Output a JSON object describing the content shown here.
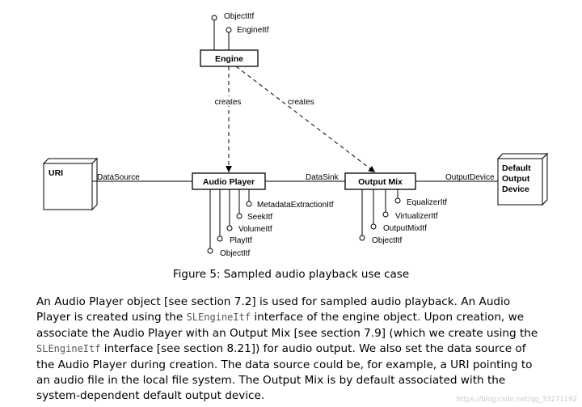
{
  "diagram": {
    "boxes": {
      "engine": "Engine",
      "audio_player": "Audio Player",
      "output_mix": "Output Mix",
      "uri": "URI",
      "default_output": [
        "Default",
        "Output",
        "Device"
      ]
    },
    "edges": {
      "creates_left": "creates",
      "creates_right": "creates",
      "data_source": "DataSource",
      "data_sink": "DataSink",
      "output_device": "OutputDevice"
    },
    "engine_interfaces": [
      "ObjectItf",
      "EngineItf"
    ],
    "audio_player_interfaces": [
      "MetadataExtractionItf",
      "SeekItf",
      "VolumeItf",
      "PlayItf",
      "ObjectItf"
    ],
    "output_mix_interfaces": [
      "EqualizerItf",
      "VirtualizerItf",
      "OutputMixItf",
      "ObjectItf"
    ]
  },
  "caption": "Figure 5: Sampled audio playback use case",
  "paragraph": {
    "line1": "An Audio Player object [see section 7.2] is used for sampled audio playback. An Audio",
    "line2_a": "Player is created using the ",
    "line2_code": "SLEngineItf",
    "line2_b": " interface of the engine object. Upon creation, we",
    "line3": "associate the Audio Player with an Output Mix [see section 7.9] (which we create using the",
    "line4_code": "SLEngineItf",
    "line4_b": " interface [see section 8.21]) for audio output. We also set the data source of",
    "line5": "the Audio Player during creation. The data source could be, for example, a URI pointing to",
    "line6": "an audio file in the local file system. The Output Mix is by default associated with the",
    "line7": "system-dependent default output device."
  },
  "watermark": "https://blog.csdn.net/qq_33271192"
}
